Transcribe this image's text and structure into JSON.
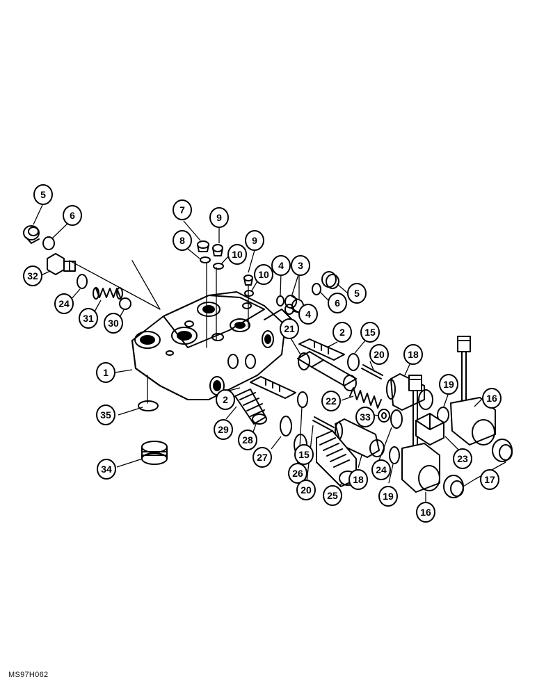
{
  "diagram": {
    "caption": "MS97H062",
    "callouts": [
      {
        "id": "c5a",
        "label": "5"
      },
      {
        "id": "c6a",
        "label": "6"
      },
      {
        "id": "c32",
        "label": "32"
      },
      {
        "id": "c24a",
        "label": "24"
      },
      {
        "id": "c31",
        "label": "31"
      },
      {
        "id": "c30",
        "label": "30"
      },
      {
        "id": "c7",
        "label": "7"
      },
      {
        "id": "c9a",
        "label": "9"
      },
      {
        "id": "c8",
        "label": "8"
      },
      {
        "id": "c10a",
        "label": "10"
      },
      {
        "id": "c9b",
        "label": "9"
      },
      {
        "id": "c10b",
        "label": "10"
      },
      {
        "id": "c4a",
        "label": "4"
      },
      {
        "id": "c3",
        "label": "3"
      },
      {
        "id": "c4b",
        "label": "4"
      },
      {
        "id": "c6b",
        "label": "6"
      },
      {
        "id": "c5b",
        "label": "5"
      },
      {
        "id": "c21",
        "label": "21"
      },
      {
        "id": "c2a",
        "label": "2"
      },
      {
        "id": "c15a",
        "label": "15"
      },
      {
        "id": "c20a",
        "label": "20"
      },
      {
        "id": "c18a",
        "label": "18"
      },
      {
        "id": "c1",
        "label": "1"
      },
      {
        "id": "c19a",
        "label": "19"
      },
      {
        "id": "c16a",
        "label": "16"
      },
      {
        "id": "c22",
        "label": "22"
      },
      {
        "id": "c33",
        "label": "33"
      },
      {
        "id": "c2b",
        "label": "2"
      },
      {
        "id": "c35",
        "label": "35"
      },
      {
        "id": "c29",
        "label": "29"
      },
      {
        "id": "c28",
        "label": "28"
      },
      {
        "id": "c27",
        "label": "27"
      },
      {
        "id": "c15b",
        "label": "15"
      },
      {
        "id": "c23",
        "label": "23"
      },
      {
        "id": "c24b",
        "label": "24"
      },
      {
        "id": "c17",
        "label": "17"
      },
      {
        "id": "c34",
        "label": "34"
      },
      {
        "id": "c26",
        "label": "26"
      },
      {
        "id": "c18b",
        "label": "18"
      },
      {
        "id": "c20b",
        "label": "20"
      },
      {
        "id": "c25",
        "label": "25"
      },
      {
        "id": "c19b",
        "label": "19"
      },
      {
        "id": "c16b",
        "label": "16"
      }
    ]
  }
}
